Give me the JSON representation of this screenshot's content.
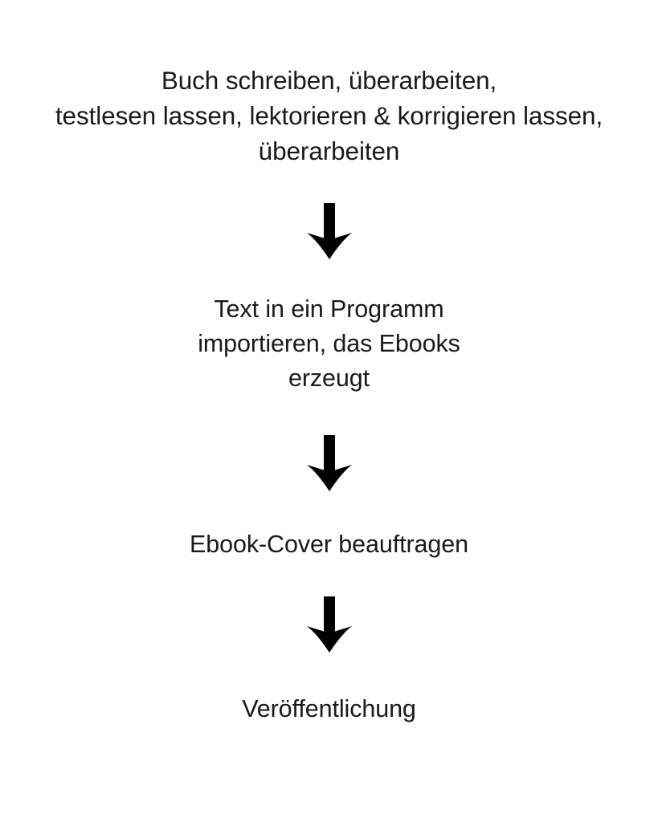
{
  "document": {
    "background_color": "#ffffff",
    "text_color": "#1a1a1a",
    "language": "de",
    "orientation": "vertical-top-to-bottom"
  },
  "flowchart": {
    "type": "vertical-flow",
    "connector_icon": "arrow-down-icon",
    "connector_color": "#000000",
    "steps": [
      {
        "index": 1,
        "lines": [
          "Buch schreiben, überarbeiten,",
          "testlesen lassen, lektorieren & korrigieren lassen,",
          "überarbeiten"
        ]
      },
      {
        "index": 2,
        "lines": [
          "Text in ein Programm",
          "importieren, das Ebooks",
          "erzeugt"
        ]
      },
      {
        "index": 3,
        "lines": [
          "Ebook-Cover beauftragen"
        ]
      },
      {
        "index": 4,
        "lines": [
          "Veröffentlichung"
        ]
      }
    ],
    "connectors": [
      {
        "index": 1,
        "from_step": 1,
        "to_step": 2,
        "icon": "arrow-down-icon"
      },
      {
        "index": 2,
        "from_step": 2,
        "to_step": 3,
        "icon": "arrow-down-icon"
      },
      {
        "index": 3,
        "from_step": 3,
        "to_step": 4,
        "icon": "arrow-down-icon"
      }
    ]
  }
}
